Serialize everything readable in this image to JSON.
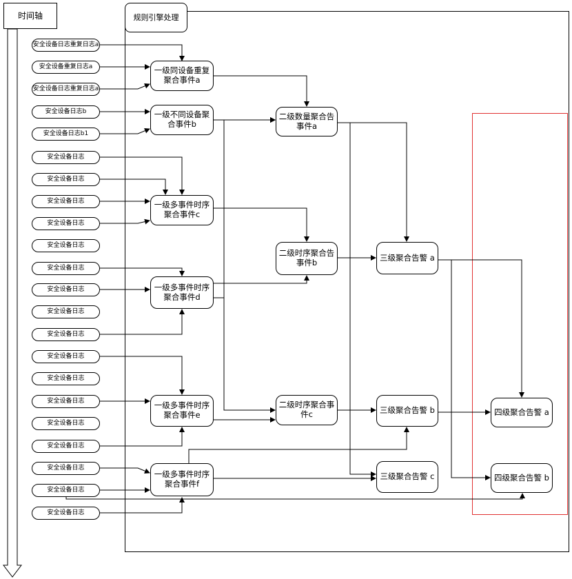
{
  "diagram": {
    "timeline_label": "时间轴",
    "engine_label": "规则引擎处理",
    "logs": [
      "安全设备日志重复日志a",
      "安全设备重复日志a",
      "安全设备日志重复日志a",
      "安全设备日志b",
      "安全设备日志b1",
      "安全设备日志",
      "安全设备日志",
      "安全设备日志",
      "安全设备日志",
      "安全设备日志",
      "安全设备日志",
      "安全设备日志",
      "安全设备日志",
      "安全设备日志",
      "安全设备日志",
      "安全设备日志",
      "安全设备日志",
      "安全设备日志",
      "安全设备日志",
      "安全设备日志",
      "安全设备日志",
      "安全设备日志"
    ],
    "level1": {
      "a": "一级同设备重复 聚合事件a",
      "b": "一级不同设备聚合事件b",
      "c": "一级多事件时序聚合事件c",
      "d": "一级多事件时序聚合事件d",
      "e": "一级多事件时序聚合事件e",
      "f": "一级多事件时序聚合事件f"
    },
    "level2": {
      "a": "二级数量聚合告事件a",
      "b": "二级时序聚合告事件b",
      "c": "二级时序聚合事件c"
    },
    "level3": {
      "a": "三级聚合告警 a",
      "b": "三级聚合告警 b",
      "c": "三级聚合告警 c"
    },
    "level4": {
      "a": "四级聚合告警 a",
      "b": "四级聚合告警 b"
    },
    "colors": {
      "line": "#000000",
      "highlight_border": "#e03030"
    }
  }
}
